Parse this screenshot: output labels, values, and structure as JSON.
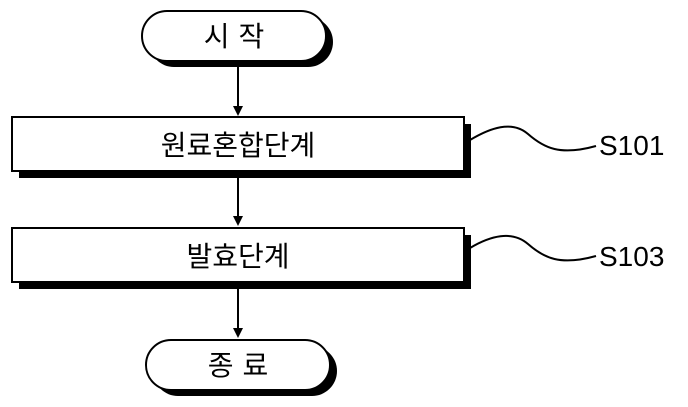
{
  "flowchart": {
    "start": {
      "label": "시 작"
    },
    "steps": [
      {
        "label": "원료혼합단계",
        "ref": "S101"
      },
      {
        "label": "발효단계",
        "ref": "S103"
      }
    ],
    "end": {
      "label": "종 료"
    }
  }
}
